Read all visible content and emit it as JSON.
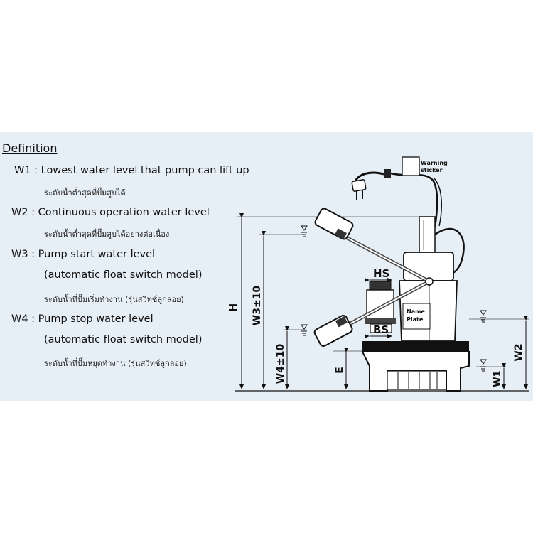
{
  "definition": {
    "title": "Definition",
    "items": [
      {
        "en1": "W1 : Lowest water level that pump can lift up",
        "th": "ระดับน้ำต่ำสุดที่ปั๊มสูบได้"
      },
      {
        "en1": "W2 : Continuous operation water level",
        "th": "ระดับน้ำต่ำสุดที่ปั๊มสูบได้อย่างต่อเนื่อง"
      },
      {
        "en1": "W3 : Pump start water level",
        "en2": "(automatic float switch model)",
        "th": "ระดับน้ำที่ปั๊มเริ่มทำงาน (รุ่นสวิทช์ลูกลอย)"
      },
      {
        "en1": "W4 : Pump stop water level",
        "en2": "(automatic float switch model)",
        "th": "ระดับน้ำที่ปั๊มหยุดทำงาน (รุ่นสวิทช์ลูกลอย)"
      }
    ]
  },
  "diagram": {
    "warning_sticker_1": "Warning",
    "warning_sticker_2": "sticker",
    "name_plate_1": "Name",
    "name_plate_2": "Plate",
    "dims": {
      "H": "H",
      "W3": "W3±10",
      "W4": "W4±10",
      "E": "E",
      "HS": "HS",
      "BS": "BS",
      "W1": "W1",
      "W2": "W2"
    }
  }
}
